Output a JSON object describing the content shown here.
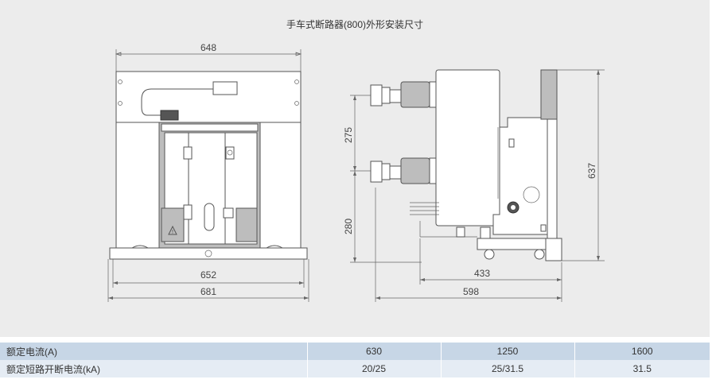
{
  "title": "手车式断路器(800)外形安装尺寸",
  "dimensions": {
    "front_top_width": "648",
    "front_inner_width": "652",
    "front_overall_width": "681",
    "side_upper_contact_spacing": "275",
    "side_lower_contact_height": "280",
    "side_overall_height": "637",
    "side_depth_inner": "433",
    "side_depth_overall": "598"
  },
  "spec_table": {
    "rows": [
      {
        "label": "额定电流(A)",
        "values": [
          "630",
          "1250",
          "1600"
        ]
      },
      {
        "label": "额定短路开断电流(kA)",
        "values": [
          "20/25",
          "25/31.5",
          "31.5"
        ]
      }
    ]
  }
}
